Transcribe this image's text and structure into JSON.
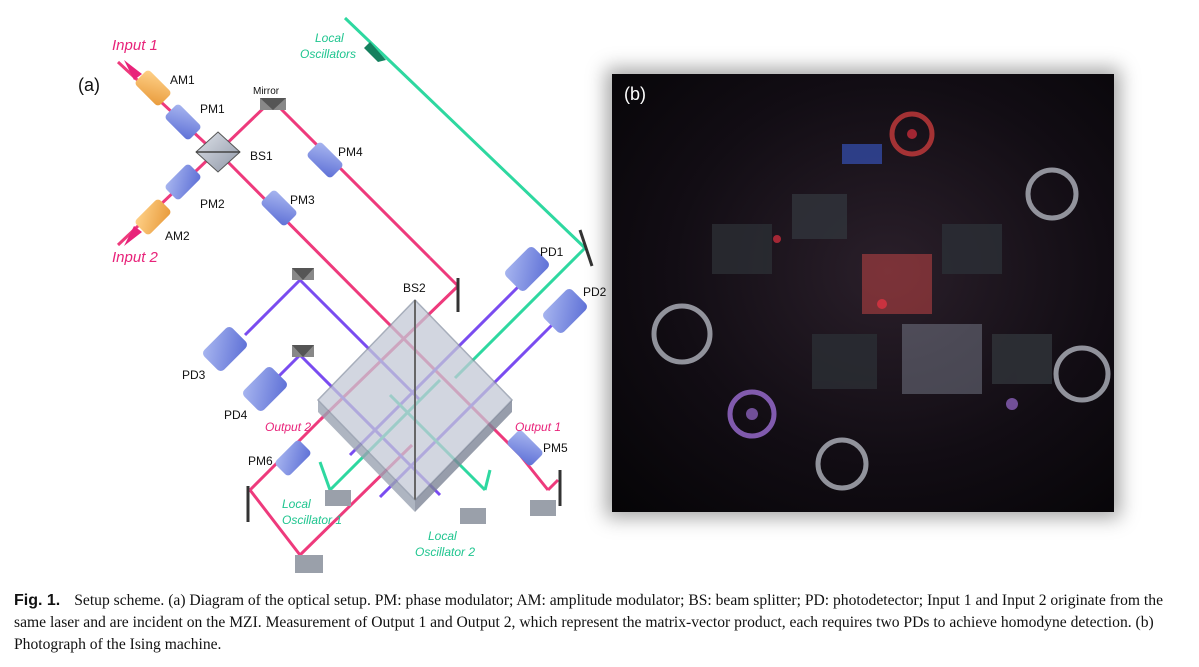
{
  "panel_a": {
    "label": "(a)",
    "inputs": {
      "input1": "Input 1",
      "input2": "Input 2"
    },
    "components": {
      "am1": "AM1",
      "am2": "AM2",
      "pm1": "PM1",
      "pm2": "PM2",
      "pm3": "PM3",
      "pm4": "PM4",
      "pm5": "PM5",
      "pm6": "PM6",
      "bs1": "BS1",
      "bs2": "BS2",
      "mirror": "Mirror",
      "pd1": "PD1",
      "pd2": "PD2",
      "pd3": "PD3",
      "pd4": "PD4"
    },
    "outputs": {
      "output1": "Output 1",
      "output2": "Output 2"
    },
    "local_oscillators": {
      "top_line1": "Local",
      "top_line2": "Oscillators",
      "lo1_line1": "Local",
      "lo1_line2": "Oscillator 1",
      "lo2_line1": "Local",
      "lo2_line2": "Oscillator 2"
    },
    "colors": {
      "signal": "#ee3a7c",
      "lo": "#2ed8a0",
      "detect": "#7a4cf0",
      "label_pink": "#e8237a",
      "label_green": "#1fc58f"
    }
  },
  "panel_b": {
    "label": "(b)"
  },
  "caption": {
    "figure_number": "Fig. 1.",
    "text": "Setup scheme. (a) Diagram of the optical setup. PM: phase modulator; AM: amplitude modulator; BS: beam splitter; PD: photodetector; Input 1 and Input 2 originate from the same laser and are incident on the MZI. Measurement of Output 1 and Output 2, which represent the matrix-vector product, each requires two PDs to achieve homodyne detection. (b) Photograph of the Ising machine."
  }
}
